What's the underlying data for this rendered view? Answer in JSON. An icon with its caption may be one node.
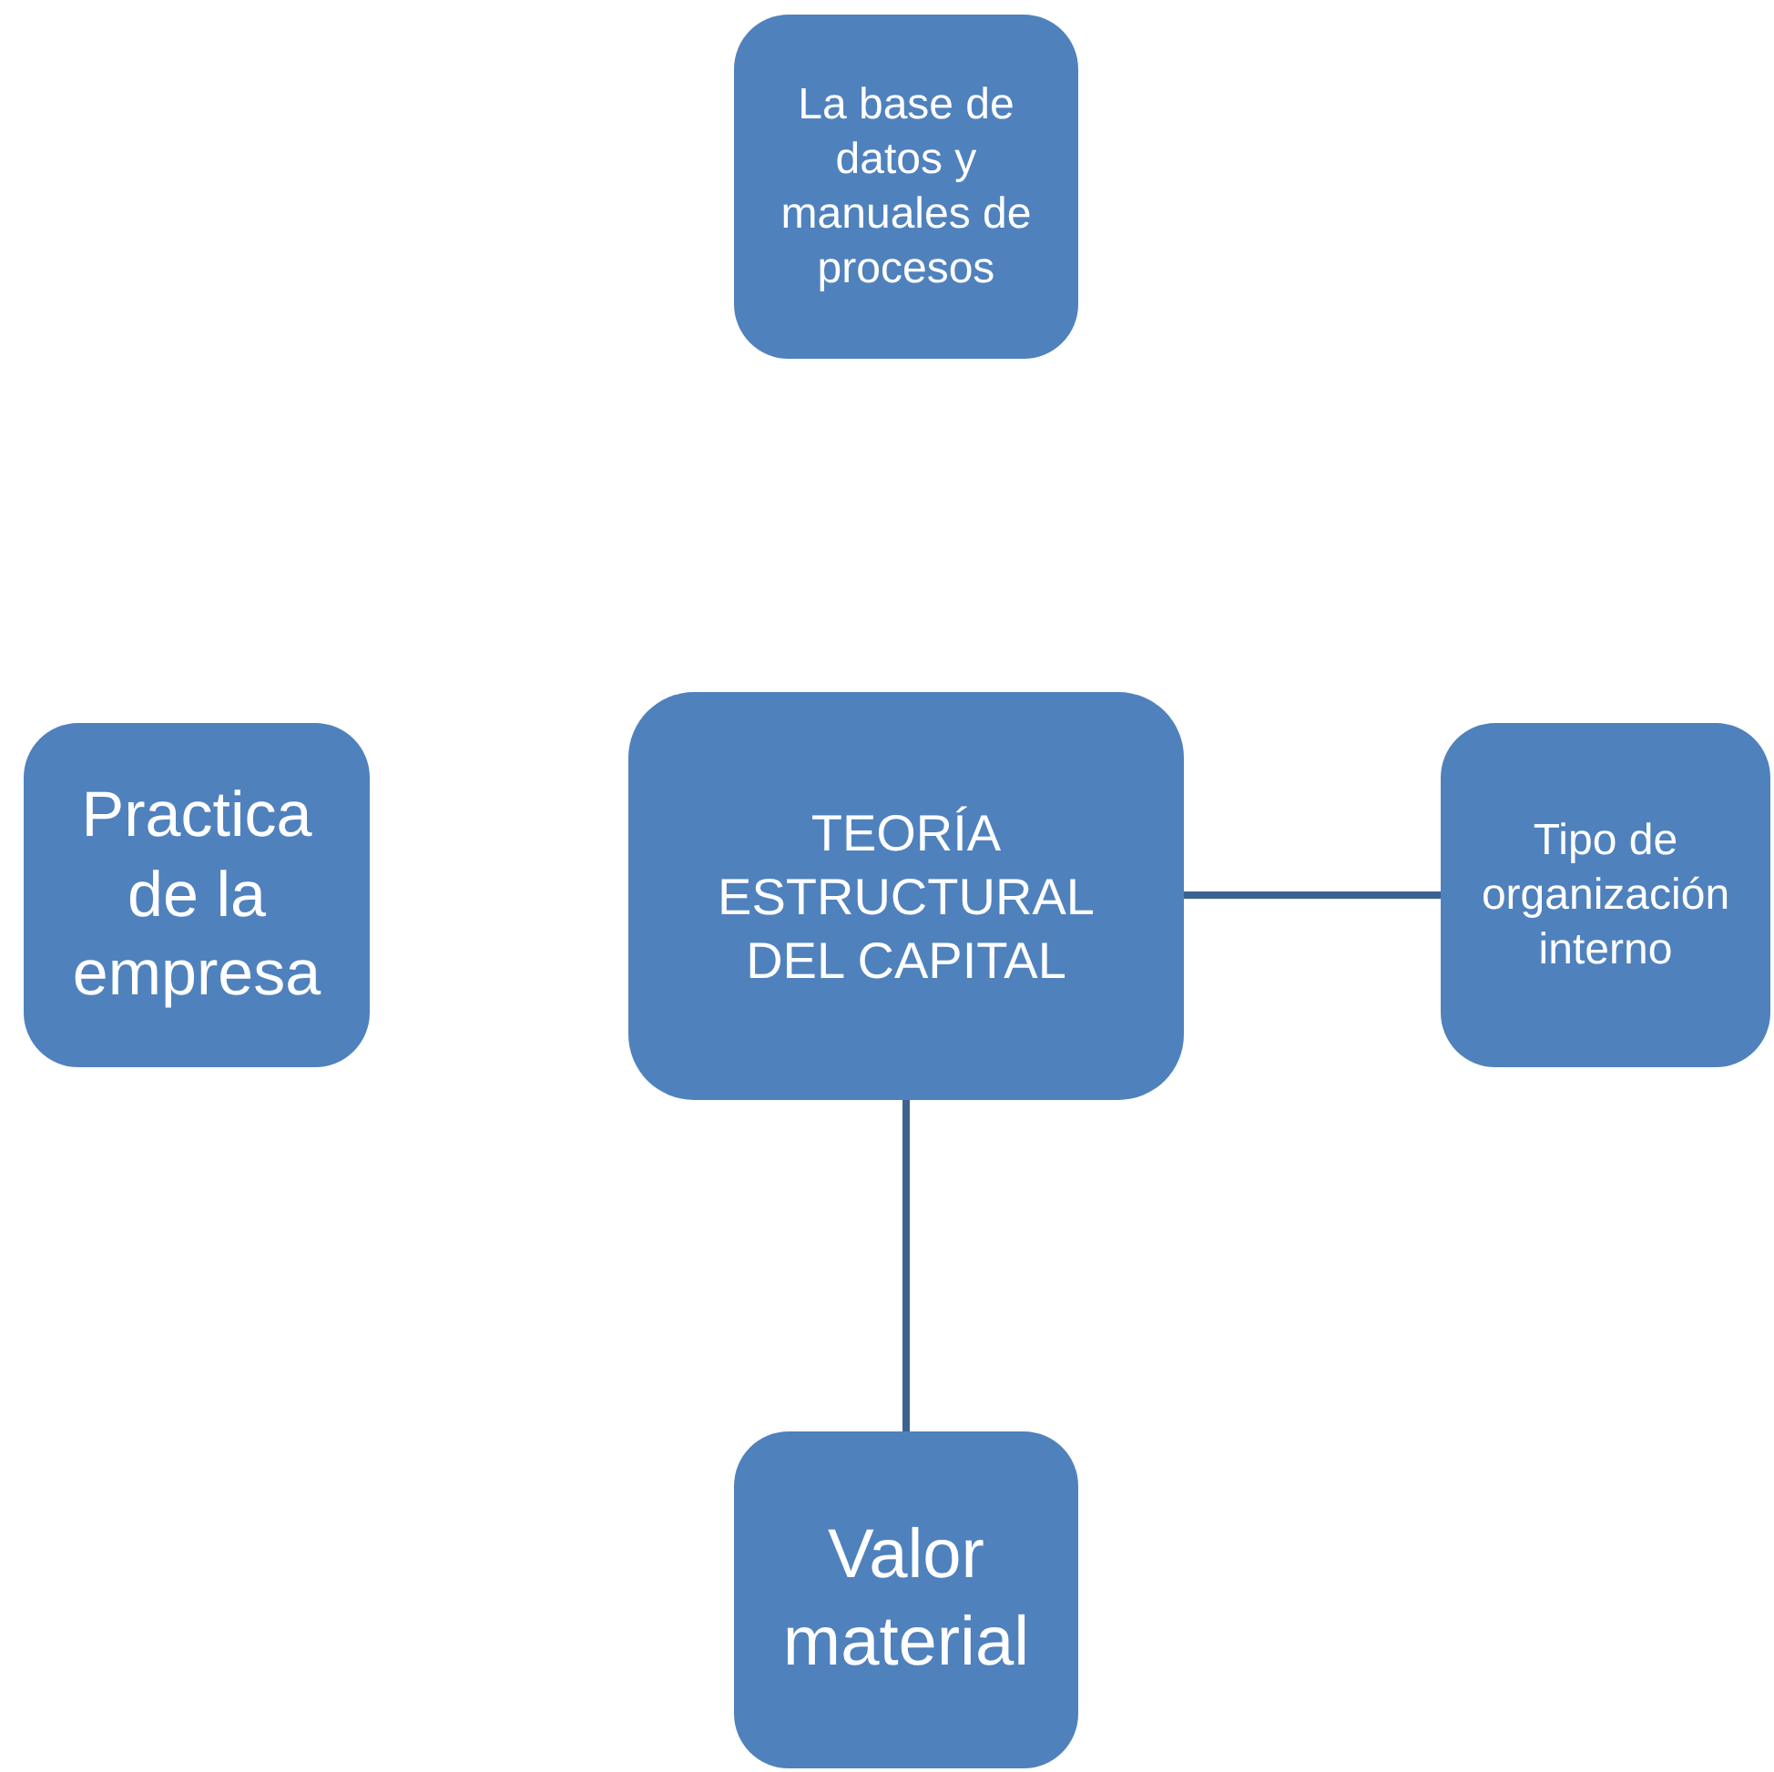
{
  "diagram": {
    "nodes": [
      {
        "text": [
          "TEORÍA ESTRUCTURAL DEL CAPITAL"
        ]
      },
      {
        "text": [
          "La base de datos y manuales de procesos"
        ]
      },
      {
        "text": [
          "Practica de la empresa"
        ]
      },
      {
        "text": [
          "Tipo de organización interno"
        ]
      },
      {
        "text": [
          "Valor material"
        ]
      }
    ],
    "edges": [
      {
        "from": 0,
        "to": 3,
        "arrow": "none"
      },
      {
        "from": 0,
        "to": 4,
        "arrow": "none"
      }
    ]
  }
}
